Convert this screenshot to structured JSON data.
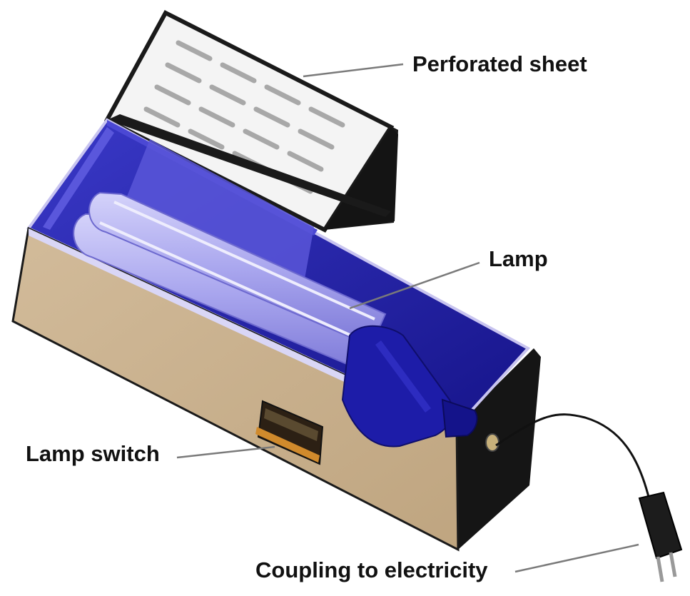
{
  "labels": {
    "perforated_sheet": "Perforated sheet",
    "lamp": "Lamp",
    "lamp_switch": "Lamp switch",
    "coupling": "Coupling to electricity"
  },
  "colors": {
    "box_exterior": "#c9b08f",
    "box_interior": "#2e2ab5",
    "lamp_tube": "#b8b6f2",
    "lid": "#f2f2f2",
    "box_dark_side": "#1a1a1a",
    "callout_line": "#7a7a7a"
  }
}
